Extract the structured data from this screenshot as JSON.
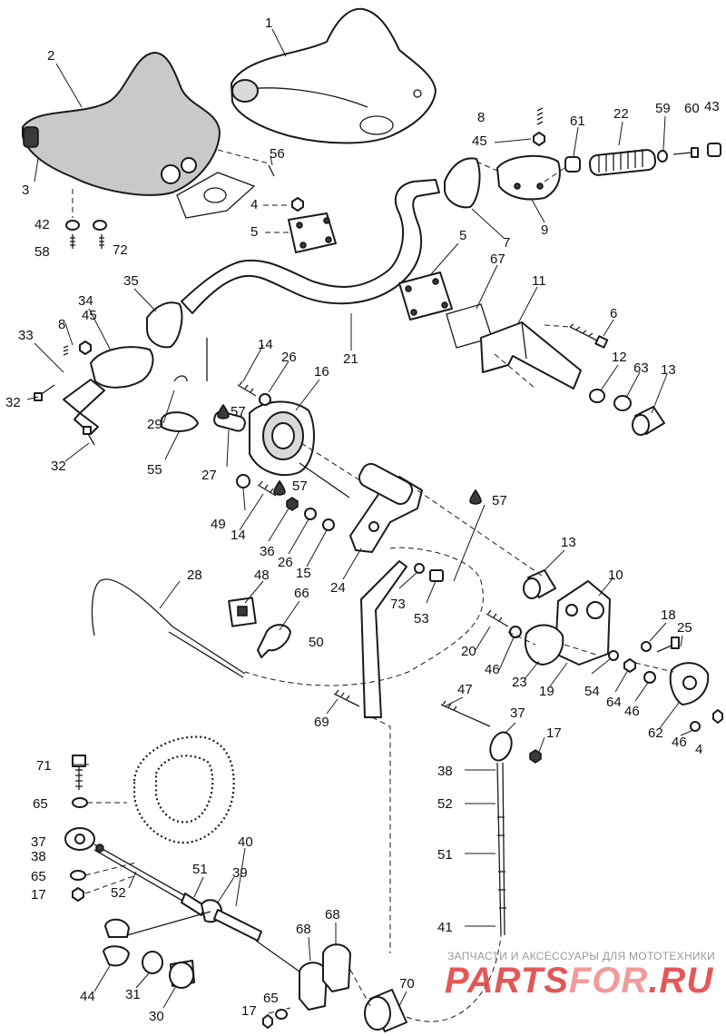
{
  "callouts": {
    "c1": "1",
    "c2": "2",
    "c3": "3",
    "c4a": "4",
    "c4b": "4",
    "c5a": "5",
    "c5b": "5",
    "c6": "6",
    "c7": "7",
    "c8a": "8",
    "c8b": "8",
    "c9": "9",
    "c10": "10",
    "c11": "11",
    "c12": "12",
    "c13a": "13",
    "c13b": "13",
    "c14a": "14",
    "c14b": "14",
    "c15": "15",
    "c16": "16",
    "c17a": "17",
    "c17b": "17",
    "c17c": "17",
    "c18": "18",
    "c19": "19",
    "c20": "20",
    "c21": "21",
    "c22": "22",
    "c23": "23",
    "c24": "24",
    "c25": "25",
    "c26a": "26",
    "c26b": "26",
    "c27": "27",
    "c28": "28",
    "c29": "29",
    "c30": "30",
    "c31": "31",
    "c32a": "32",
    "c32b": "32",
    "c33": "33",
    "c34": "34",
    "c35": "35",
    "c36": "36",
    "c37a": "37",
    "c37b": "37",
    "c38a": "38",
    "c38b": "38",
    "c39": "39",
    "c40": "40",
    "c41": "41",
    "c42": "42",
    "c43": "43",
    "c44": "44",
    "c45a": "45",
    "c45b": "45",
    "c46a": "46",
    "c46b": "46",
    "c46c": "46",
    "c47": "47",
    "c48": "48",
    "c49": "49",
    "c50": "50",
    "c51a": "51",
    "c51b": "51",
    "c52a": "52",
    "c52b": "52",
    "c53": "53",
    "c54": "54",
    "c55": "55",
    "c56": "56",
    "c57a": "57",
    "c57b": "57",
    "c57c": "57",
    "c58": "58",
    "c59": "59",
    "c60": "60",
    "c61": "61",
    "c62": "62",
    "c63": "63",
    "c64": "64",
    "c65a": "65",
    "c65b": "65",
    "c65c": "65",
    "c66": "66",
    "c67": "67",
    "c68a": "68",
    "c68b": "68",
    "c69": "69",
    "c70": "70",
    "c71": "71",
    "c72": "72",
    "c73": "73"
  },
  "watermark": {
    "tagline": "ЗАПЧАСТИ И АКСЕССУАРЫ ДЛЯ МОТОТЕХНИКИ",
    "logo_main": "PARTS",
    "logo_mid": "FOR",
    "logo_end": ".RU"
  }
}
